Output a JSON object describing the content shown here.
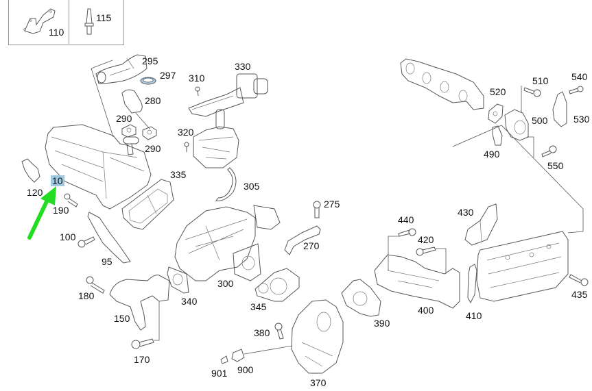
{
  "diagram": {
    "title": "EGR cooler / exhaust manifold exploded parts diagram",
    "selected_part": "10",
    "highlight_color": "#9fc9e3",
    "arrow_color": "#22dd22",
    "inset": {
      "cells": [
        {
          "part": "110",
          "icon": "bracket-icon"
        },
        {
          "part": "115",
          "icon": "pin-icon"
        }
      ]
    },
    "callouts": [
      {
        "id": "10",
        "label": "10"
      },
      {
        "id": "95",
        "label": "95"
      },
      {
        "id": "100",
        "label": "100"
      },
      {
        "id": "120",
        "label": "120"
      },
      {
        "id": "150",
        "label": "150"
      },
      {
        "id": "170",
        "label": "170"
      },
      {
        "id": "180",
        "label": "180"
      },
      {
        "id": "190",
        "label": "190"
      },
      {
        "id": "270",
        "label": "270"
      },
      {
        "id": "275",
        "label": "275"
      },
      {
        "id": "280",
        "label": "280"
      },
      {
        "id": "290a",
        "label": "290"
      },
      {
        "id": "290b",
        "label": "290"
      },
      {
        "id": "295",
        "label": "295"
      },
      {
        "id": "297",
        "label": "297"
      },
      {
        "id": "300",
        "label": "300"
      },
      {
        "id": "305",
        "label": "305"
      },
      {
        "id": "310",
        "label": "310"
      },
      {
        "id": "320",
        "label": "320"
      },
      {
        "id": "330",
        "label": "330"
      },
      {
        "id": "335",
        "label": "335"
      },
      {
        "id": "340",
        "label": "340"
      },
      {
        "id": "345",
        "label": "345"
      },
      {
        "id": "370",
        "label": "370"
      },
      {
        "id": "380",
        "label": "380"
      },
      {
        "id": "390",
        "label": "390"
      },
      {
        "id": "400",
        "label": "400"
      },
      {
        "id": "410",
        "label": "410"
      },
      {
        "id": "420",
        "label": "420"
      },
      {
        "id": "430",
        "label": "430"
      },
      {
        "id": "435",
        "label": "435"
      },
      {
        "id": "440",
        "label": "440"
      },
      {
        "id": "490",
        "label": "490"
      },
      {
        "id": "500",
        "label": "500"
      },
      {
        "id": "510",
        "label": "510"
      },
      {
        "id": "520",
        "label": "520"
      },
      {
        "id": "530",
        "label": "530"
      },
      {
        "id": "540",
        "label": "540"
      },
      {
        "id": "550",
        "label": "550"
      },
      {
        "id": "900",
        "label": "900"
      },
      {
        "id": "901",
        "label": "901"
      }
    ]
  }
}
